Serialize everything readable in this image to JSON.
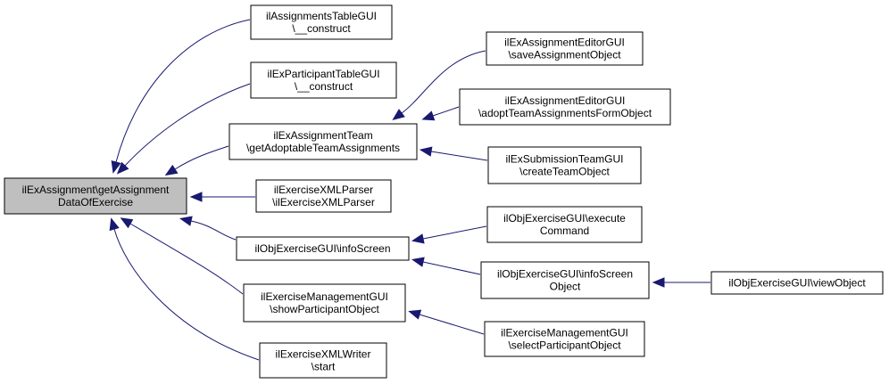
{
  "diagram": {
    "nodes": [
      {
        "id": "root",
        "lines": [
          "ilExAssignment\\getAssignment",
          "DataOfExercise"
        ],
        "highlighted": true
      },
      {
        "id": "n1",
        "lines": [
          "ilAssignmentsTableGUI",
          "\\__construct"
        ]
      },
      {
        "id": "n2",
        "lines": [
          "ilExParticipantTableGUI",
          "\\__construct"
        ]
      },
      {
        "id": "n3",
        "lines": [
          "ilExAssignmentTeam",
          "\\getAdoptableTeamAssignments"
        ]
      },
      {
        "id": "n4",
        "lines": [
          "ilExerciseXMLParser",
          "\\ilExerciseXMLParser"
        ]
      },
      {
        "id": "n5",
        "lines": [
          "ilObjExerciseGUI\\infoScreen"
        ]
      },
      {
        "id": "n6",
        "lines": [
          "ilExerciseManagementGUI",
          "\\showParticipantObject"
        ]
      },
      {
        "id": "n7",
        "lines": [
          "ilExerciseXMLWriter",
          "\\start"
        ]
      },
      {
        "id": "n8",
        "lines": [
          "ilExAssignmentEditorGUI",
          "\\saveAssignmentObject"
        ]
      },
      {
        "id": "n9",
        "lines": [
          "ilExAssignmentEditorGUI",
          "\\adoptTeamAssignmentsFormObject"
        ]
      },
      {
        "id": "n10",
        "lines": [
          "ilExSubmissionTeamGUI",
          "\\createTeamObject"
        ]
      },
      {
        "id": "n11",
        "lines": [
          "ilObjExerciseGUI\\execute",
          "Command"
        ]
      },
      {
        "id": "n12",
        "lines": [
          "ilObjExerciseGUI\\infoScreen",
          "Object"
        ]
      },
      {
        "id": "n13",
        "lines": [
          "ilExerciseManagementGUI",
          "\\selectParticipantObject"
        ]
      },
      {
        "id": "n14",
        "lines": [
          "ilObjExerciseGUI\\viewObject"
        ]
      }
    ],
    "edges": [
      {
        "from": "n1",
        "to": "root"
      },
      {
        "from": "n2",
        "to": "root"
      },
      {
        "from": "n3",
        "to": "root"
      },
      {
        "from": "n4",
        "to": "root"
      },
      {
        "from": "n5",
        "to": "root"
      },
      {
        "from": "n6",
        "to": "root"
      },
      {
        "from": "n7",
        "to": "root"
      },
      {
        "from": "n8",
        "to": "n3"
      },
      {
        "from": "n9",
        "to": "n3"
      },
      {
        "from": "n10",
        "to": "n3"
      },
      {
        "from": "n11",
        "to": "n5"
      },
      {
        "from": "n12",
        "to": "n5"
      },
      {
        "from": "n13",
        "to": "n6"
      },
      {
        "from": "n14",
        "to": "n12"
      }
    ],
    "colors": {
      "edge": "#191970",
      "node_border": "#000000",
      "node_fill": "#ffffff",
      "highlighted_fill": "#bfbfbf"
    }
  }
}
